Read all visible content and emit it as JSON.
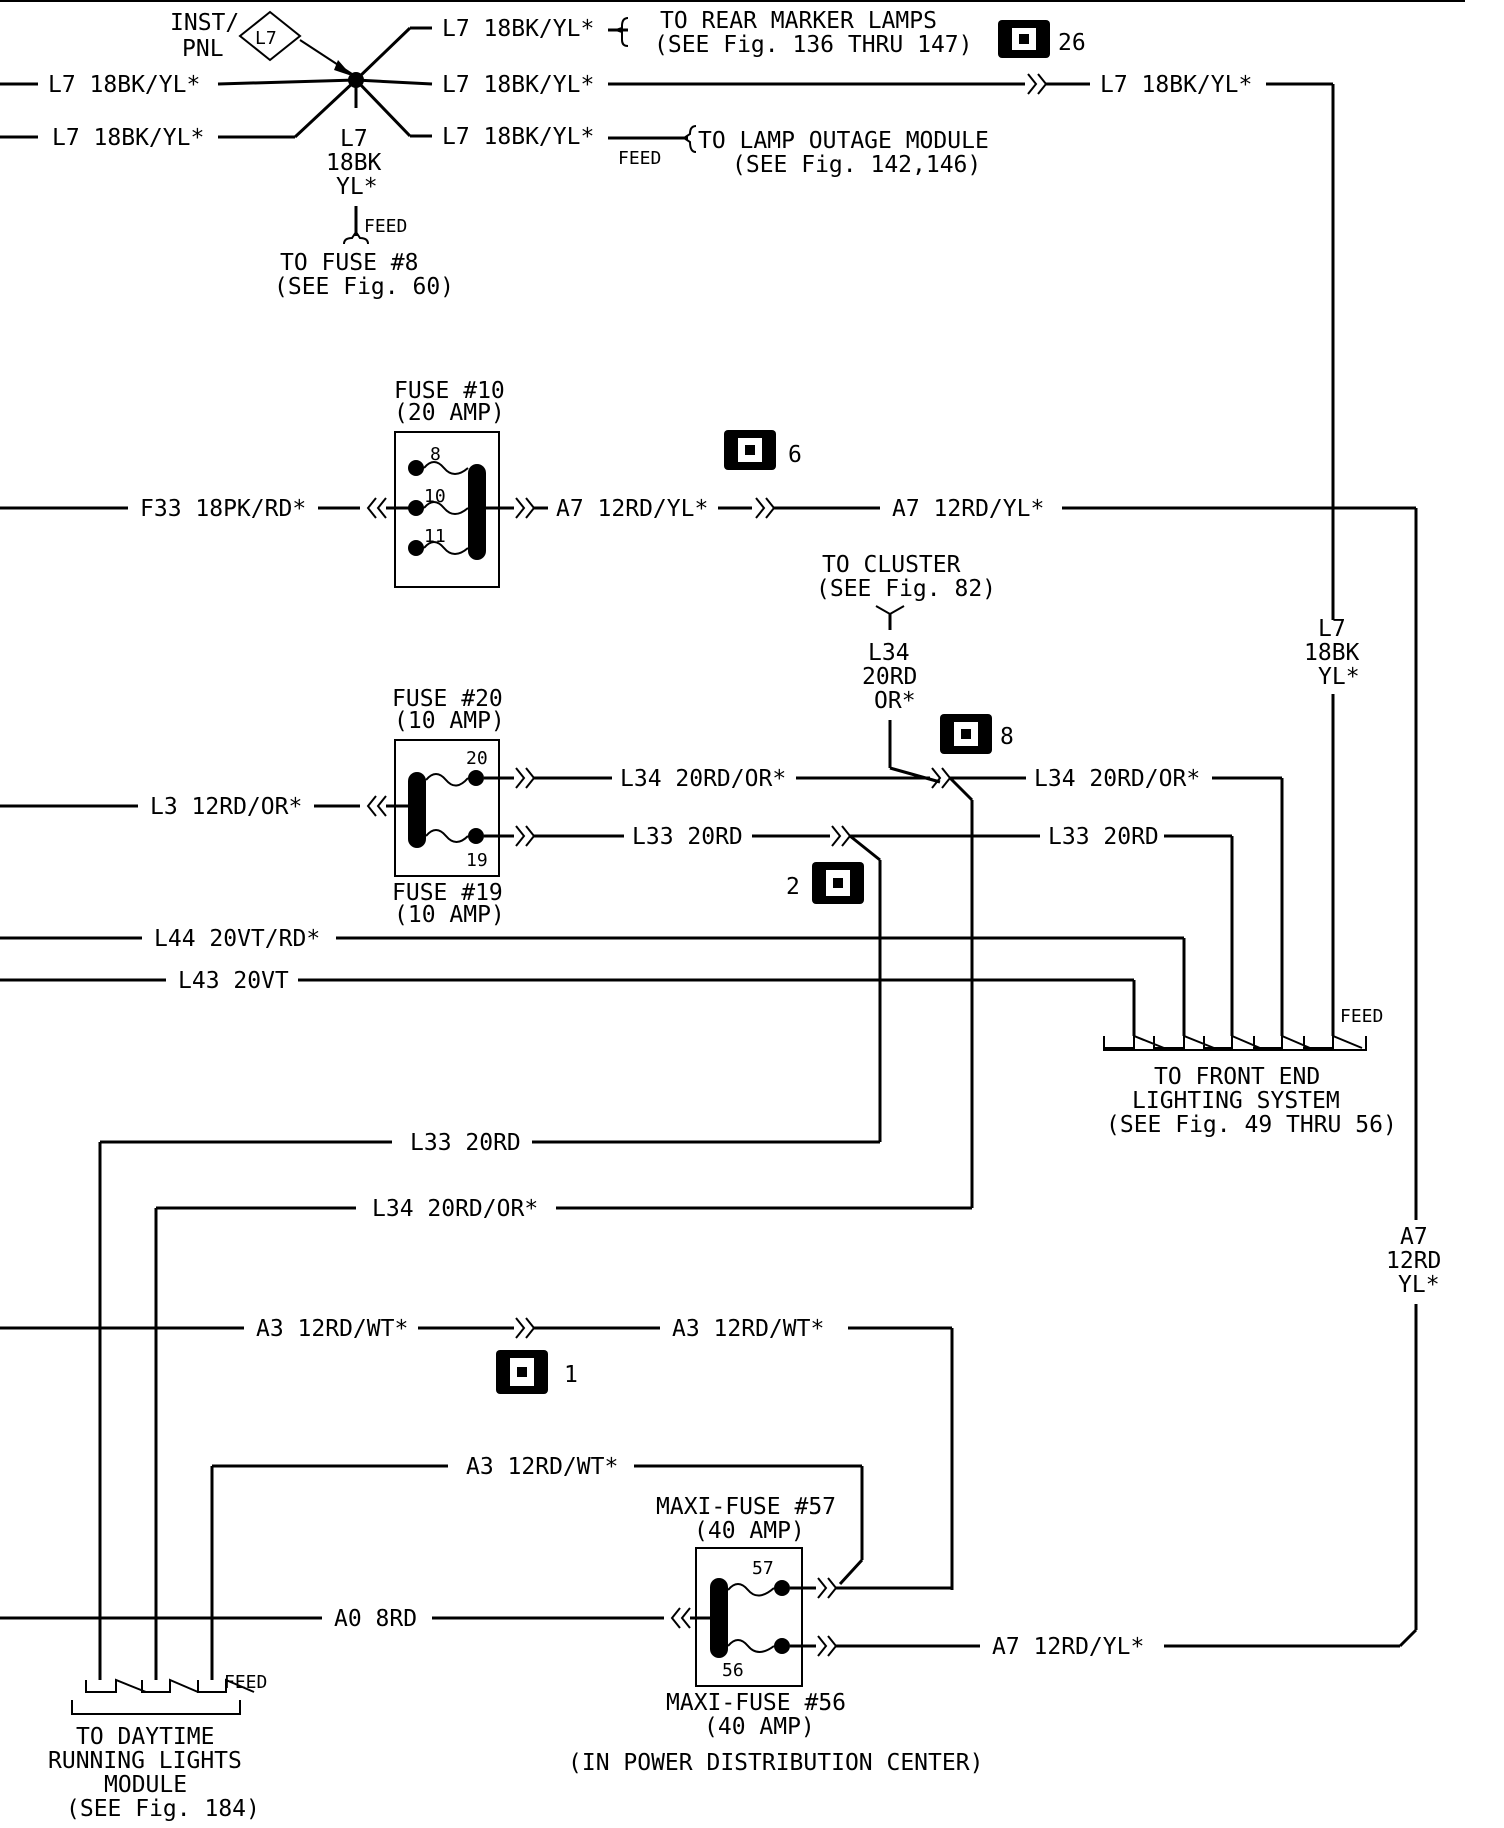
{
  "labels": {
    "inst_pnl_1": "INST/",
    "inst_pnl_2": "PNL",
    "l7_diamond": "L7",
    "l7_18bk_yl": "L7 18BK/YL*",
    "to_rear_marker_1": "TO REAR MARKER LAMPS",
    "to_rear_marker_2": "(SEE Fig. 136 THRU 147)",
    "to_lamp_outage_1": "TO LAMP OUTAGE MODULE",
    "to_lamp_outage_2": "(SEE Fig. 142,146)",
    "feed": "FEED",
    "l7_vert_1": "L7",
    "l7_vert_2": "18BK",
    "l7_vert_3": "YL*",
    "to_fuse8_1": "TO FUSE #8",
    "to_fuse8_2": "(SEE Fig. 60)",
    "fuse10_1": "FUSE #10",
    "fuse10_2": "(20 AMP)",
    "fuse10_t8": "8",
    "fuse10_t10": "10",
    "fuse10_t11": "11",
    "f33": "F33 18PK/RD*",
    "a7_12rd_yl": "A7 12RD/YL*",
    "to_cluster_1": "TO CLUSTER",
    "to_cluster_2": "(SEE Fig. 82)",
    "l34_v1": "L34",
    "l34_v2": "20RD",
    "l34_v3": "OR*",
    "l7_right_1": "L7",
    "l7_right_2": "18BK",
    "l7_right_3": "YL*",
    "fuse20_1": "FUSE #20",
    "fuse20_2": "(10 AMP)",
    "fuse20_t20": "20",
    "fuse20_t19": "19",
    "fuse19_1": "FUSE #19",
    "fuse19_2": "(10 AMP)",
    "l3": "L3 12RD/OR*",
    "l34": "L34 20RD/OR*",
    "l33": "L33 20RD",
    "l44": "L44 20VT/RD*",
    "l43": "L43 20VT",
    "to_front_end_1": "TO FRONT END",
    "to_front_end_2": "LIGHTING SYSTEM",
    "to_front_end_3": "(SEE Fig. 49 THRU 56)",
    "a7_right_1": "A7",
    "a7_right_2": "12RD",
    "a7_right_3": "YL*",
    "a3": "A3 12RD/WT*",
    "maxi57_1": "MAXI-FUSE #57",
    "maxi57_2": "(40 AMP)",
    "maxi57_t": "57",
    "maxi56_t": "56",
    "maxi56_1": "MAXI-FUSE #56",
    "maxi56_2": "(40 AMP)",
    "pdc": "(IN POWER DISTRIBUTION CENTER)",
    "a0": "A0 8RD",
    "to_drl_1": "TO DAYTIME",
    "to_drl_2": "RUNNING LIGHTS",
    "to_drl_3": "MODULE",
    "to_drl_4": "(SEE Fig. 184)"
  },
  "connectors": {
    "c26": "26",
    "c6": "6",
    "c8": "8",
    "c2": "2",
    "c1": "1"
  }
}
